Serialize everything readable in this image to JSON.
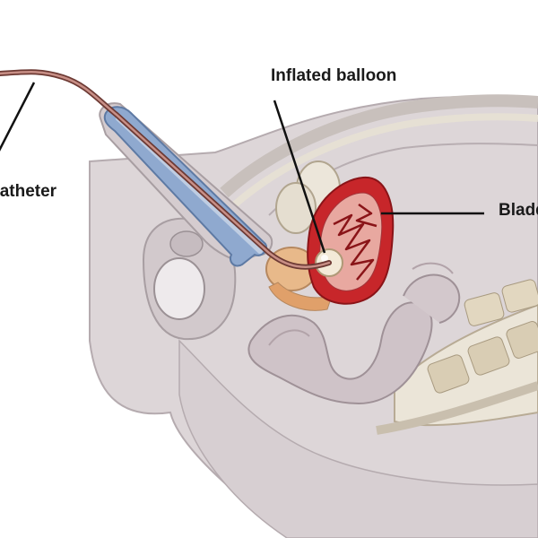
{
  "labels": {
    "catheter": "Catheter",
    "balloon": "Inflated balloon",
    "bladder": "Bladder"
  },
  "colors": {
    "skin": "#ddd6d8",
    "skin_dark": "#c9c0c3",
    "outline": "#a89ea2",
    "catheter": "#9c5a52",
    "urethra_blue": "#8fa9cf",
    "bladder_red": "#c7262a",
    "bladder_lining": "#e8a8a0",
    "bone": "#e8e2d6",
    "pubic_orange": "#e8b98a",
    "leader": "#111111"
  }
}
